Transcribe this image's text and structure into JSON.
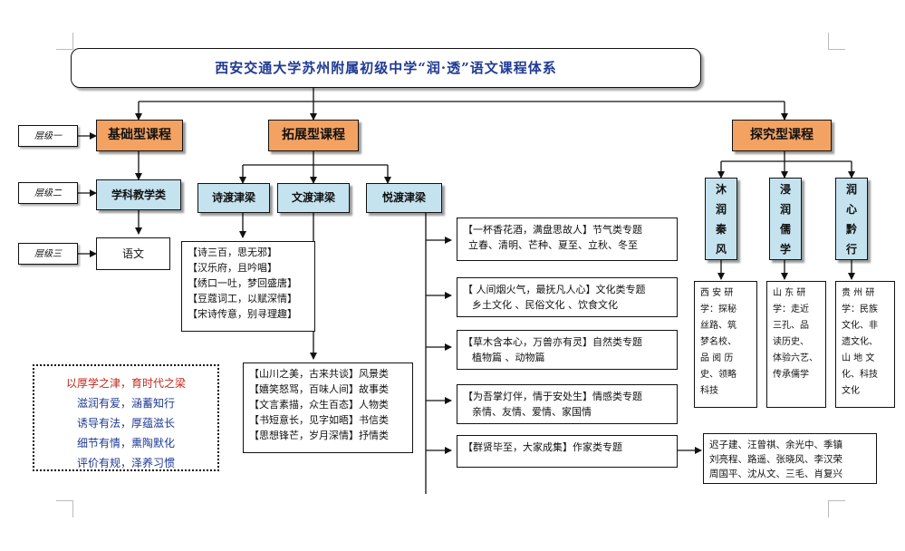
{
  "title": "西安交通大学苏州附属初级中学“润·透”语文课程体系",
  "levels": [
    "层级一",
    "层级二",
    "层级三"
  ],
  "tier1": {
    "basic": "基础型课程",
    "extended": "拓展型课程",
    "inquiry": "探究型课程"
  },
  "tier2": {
    "subject": "学科教学类",
    "shi": "诗渡津梁",
    "wen": "文渡津梁",
    "yue": "悦渡津梁"
  },
  "yuwen": "语文",
  "shi_list": [
    "【诗三百，思无邪】",
    "【汉乐府，且吟唱】",
    "【绣口一吐，梦回盛唐】",
    "【豆蔻词工，以赋深情】",
    "【宋诗传意，别寻理趣】"
  ],
  "wen_list": [
    "【山川之美，古来共谈】风景类",
    "【嬉笑怒骂，百味人间】故事类",
    "【文言素描，众生百态】人物类",
    "【书短意长，见字如晤】书信类",
    "【思想锋芒，岁月深情】抒情类"
  ],
  "yue_topics": [
    {
      "line1": "【一杯香花酒，满盘思故人】节气类专题",
      "line2": "立春、清明、芒种、夏至、立秋、冬至"
    },
    {
      "line1": "【 人间烟火气，最抚凡人心】文化类专题",
      "line2": "乡土文化 、民俗文化 、饮食文化"
    },
    {
      "line1": "【草木含本心，万兽亦有灵】自然类专题",
      "line2": "植物篇 、动物篇"
    },
    {
      "line1": "【为吾掌灯伴，情于安处生】情感类专题",
      "line2": "亲情、友情、爱情、家国情"
    },
    {
      "line1": "【群贤毕至，大家成集】作家类专题",
      "line2": ""
    }
  ],
  "authors": [
    "迟子建、汪曾祺、余光中、季镇",
    "刘亮程、路遥、张晓风、李汉荣",
    "周国平、沈从文、三毛、肖复兴"
  ],
  "inquiry_cols": [
    {
      "chars": [
        "沐",
        "润",
        "秦",
        "风"
      ],
      "desc": [
        "西 安 研",
        "学：探秘",
        "丝路、筑",
        "梦名校、",
        "品 阅 历",
        "史、领略",
        "科技"
      ]
    },
    {
      "chars": [
        "浸",
        "润",
        "儒",
        "学"
      ],
      "desc": [
        "山 东 研",
        "学：走近",
        "三孔、品",
        "读历史、",
        "体验六艺、",
        "传承儒学"
      ]
    },
    {
      "chars": [
        "润",
        "心",
        "黔",
        "行"
      ],
      "desc": [
        "贵 州 研",
        "学：民族",
        "文化、非",
        "遗文化、",
        "山 地 文",
        "化、科技",
        "文化"
      ]
    }
  ],
  "motto": {
    "head": "以厚学之津，育时代之梁",
    "lines": [
      "滋润有爱，涵蓄知行",
      "诱导有法，厚蕴滋长",
      "细节有情，熏陶默化",
      "评价有规，泽养习惯"
    ]
  }
}
